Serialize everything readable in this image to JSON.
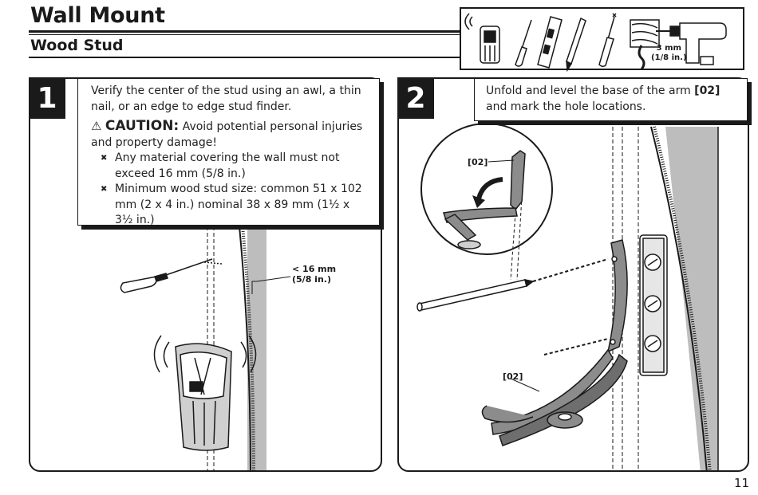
{
  "header": {
    "title": "Wall Mount",
    "subtitle": "Wood Stud"
  },
  "tools": {
    "icons": [
      "stud-finder-icon",
      "awl-icon",
      "level-icon",
      "pencil-icon",
      "phillips-screwdriver-icon",
      "wood-drill-bit-icon",
      "power-drill-icon"
    ],
    "drill_size": "3 mm",
    "drill_size_imperial": "(1/8 in.)"
  },
  "step1": {
    "number": "1",
    "intro": "Verify the center of the stud using an awl, a thin nail, or an edge to edge stud finder.",
    "caution_label": "CAUTION:",
    "caution_text": " Avoid potential personal injuries and property damage!",
    "requirements": [
      "Any material covering the wall must not exceed 16 mm (5/8 in.)",
      "Minimum wood stud size: common 51 x 102 mm (2 x 4 in.) nominal 38 x 89 mm (1½ x 3½ in.)"
    ],
    "thickness_label": "< 16 mm",
    "thickness_label_imperial": "(5/8 in.)"
  },
  "step2": {
    "number": "2",
    "text_before": "Unfold and level the base of the arm ",
    "part_ref": "[02]",
    "text_after": " and mark the hole locations.",
    "detail_label": "[02]",
    "arm_label": "[02]"
  },
  "page_number": "11",
  "colors": {
    "ink": "#1a1a1a",
    "wall_gray": "#bdbdbd",
    "part_gray": "#8c8c8c"
  }
}
